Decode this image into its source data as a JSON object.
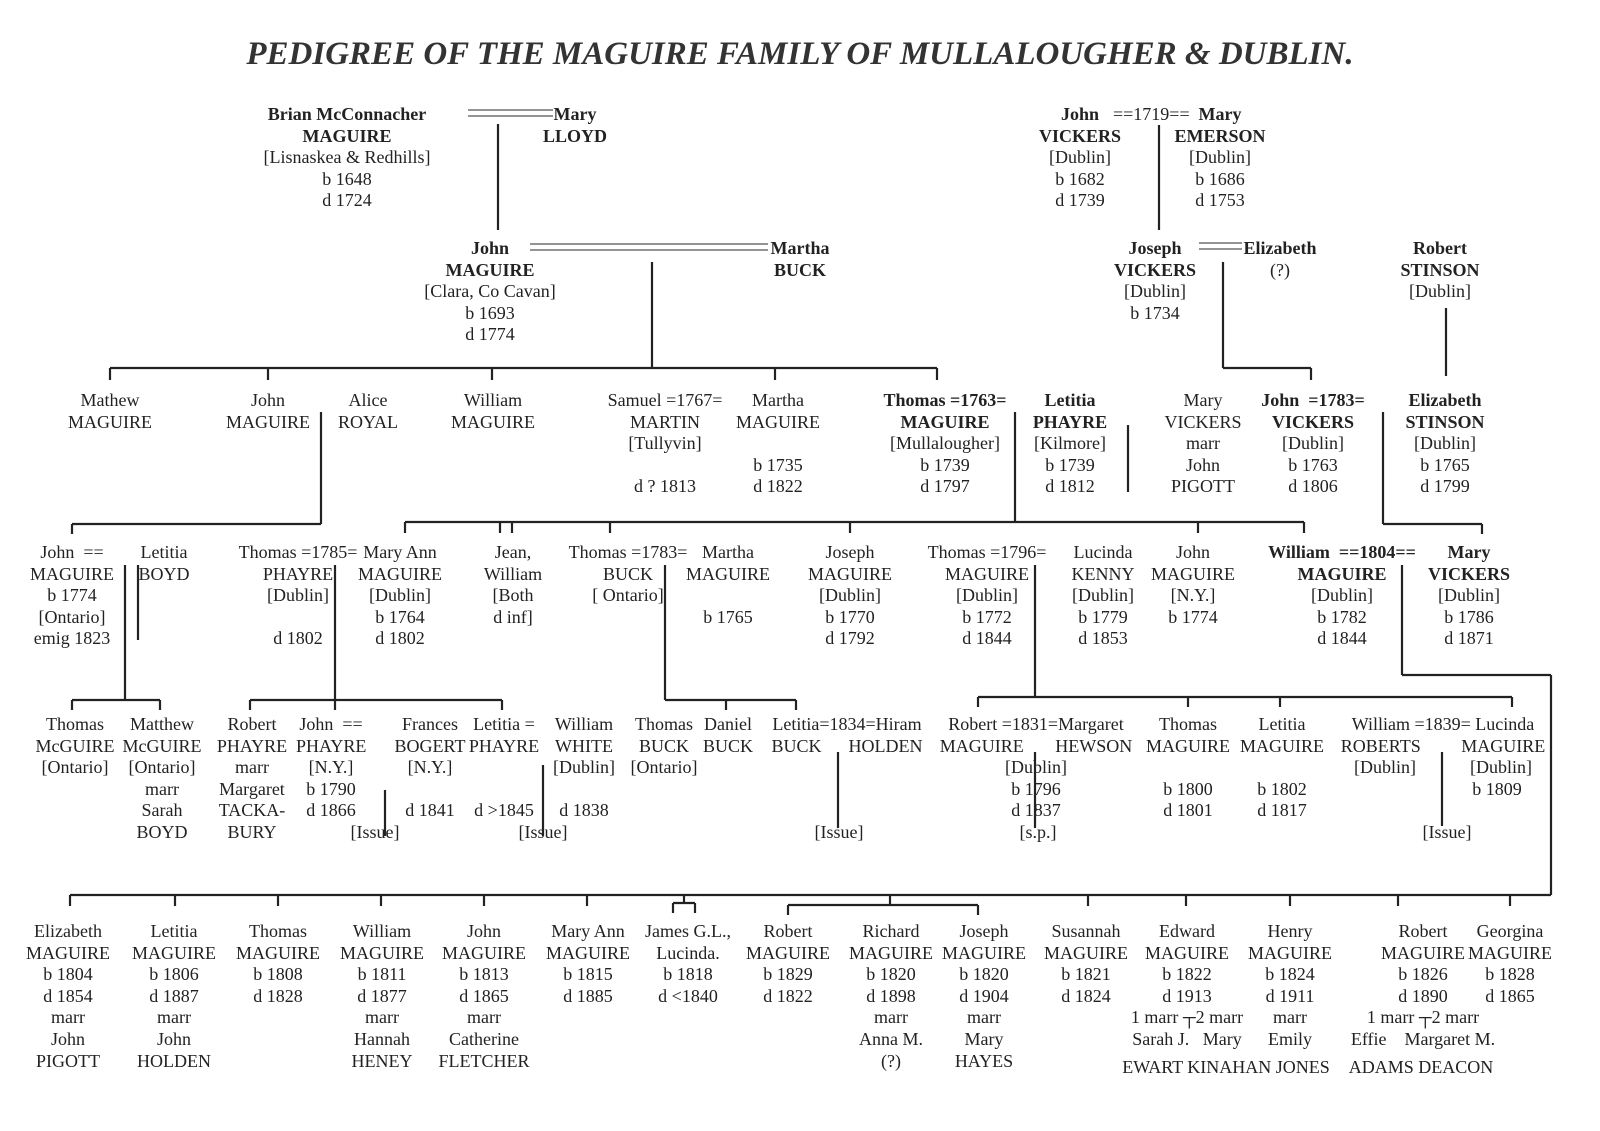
{
  "title": "PEDIGREE OF THE MAGUIRE FAMILY OF MULLALOUGHER & DUBLIN.",
  "people": [
    {
      "id": "brian",
      "bold": true,
      "lines": [
        "Brian McConnacher",
        "MAGUIRE",
        "[Lisnaskea & Redhills]",
        "b 1648",
        "d 1724"
      ],
      "normal_from": 2
    },
    {
      "id": "mary-lloyd",
      "bold": true,
      "lines": [
        "Mary",
        "LLOYD"
      ]
    },
    {
      "id": "john-vickers-1",
      "bold": true,
      "lines": [
        "John",
        "VICKERS",
        "[Dublin]",
        "b 1682",
        "d 1739"
      ],
      "normal_from": 2
    },
    {
      "id": "mary-emerson",
      "bold": true,
      "lines": [
        "Mary",
        "EMERSON",
        "[Dublin]",
        "b 1686",
        "d 1753"
      ],
      "normal_from": 2
    },
    {
      "id": "john-maguire-1693",
      "bold": true,
      "lines": [
        "John",
        "MAGUIRE",
        "[Clara, Co Cavan]",
        "b 1693",
        "d 1774"
      ],
      "normal_from": 2
    },
    {
      "id": "martha-buck",
      "bold": true,
      "lines": [
        "Martha",
        "BUCK"
      ]
    },
    {
      "id": "joseph-vickers",
      "bold": true,
      "lines": [
        "Joseph",
        "VICKERS",
        "[Dublin]",
        "b 1734"
      ],
      "normal_from": 2
    },
    {
      "id": "elizabeth-q",
      "bold": true,
      "lines": [
        "Elizabeth",
        "(?)"
      ],
      "normal_from": 1
    },
    {
      "id": "robert-stinson",
      "bold": true,
      "lines": [
        "Robert",
        "STINSON",
        "[Dublin]"
      ],
      "normal_from": 2
    },
    {
      "id": "mathew",
      "lines": [
        "Mathew",
        "MAGUIRE"
      ]
    },
    {
      "id": "john-g3",
      "lines": [
        "John",
        "MAGUIRE"
      ]
    },
    {
      "id": "alice",
      "lines": [
        "Alice",
        "ROYAL"
      ]
    },
    {
      "id": "william-g3",
      "lines": [
        "William",
        "MAGUIRE"
      ]
    },
    {
      "id": "samuel",
      "lines": [
        "Samuel =1767=",
        "MARTIN",
        "[Tullyvin]",
        "",
        "d ? 1813"
      ]
    },
    {
      "id": "martha-g3",
      "lines": [
        "Martha",
        "MAGUIRE",
        "",
        "b 1735",
        "d 1822"
      ]
    },
    {
      "id": "thomas-1739",
      "bold": true,
      "lines": [
        "Thomas =1763=",
        "MAGUIRE",
        "[Mullalougher]",
        "b 1739",
        "d 1797"
      ],
      "normal_from": 2
    },
    {
      "id": "letitia-phayre",
      "bold": true,
      "lines": [
        "Letitia",
        "PHAYRE",
        "[Kilmore]",
        "b 1739",
        "d 1812"
      ],
      "normal_from": 2
    },
    {
      "id": "mary-vickers-g3",
      "lines": [
        "Mary",
        "VICKERS",
        "marr",
        "John",
        "PIGOTT"
      ]
    },
    {
      "id": "john-vickers-1763",
      "bold": true,
      "lines": [
        "John  =1783=",
        "VICKERS",
        "[Dublin]",
        "b 1763",
        "d 1806"
      ],
      "normal_from": 2
    },
    {
      "id": "elizabeth-stinson",
      "bold": true,
      "lines": [
        "Elizabeth",
        "STINSON",
        "[Dublin]",
        "b 1765",
        "d 1799"
      ],
      "normal_from": 2
    },
    {
      "id": "john-1774",
      "lines": [
        "John  ==",
        "MAGUIRE",
        "b 1774",
        "[Ontario]",
        "emig 1823"
      ]
    },
    {
      "id": "letitia-boyd",
      "lines": [
        "Letitia",
        "BOYD"
      ]
    },
    {
      "id": "thomas-phayre",
      "lines": [
        "Thomas =1785=",
        "PHAYRE",
        "[Dublin]",
        "",
        "d 1802"
      ]
    },
    {
      "id": "mary-ann-1764",
      "lines": [
        "Mary Ann",
        "MAGUIRE",
        "[Dublin]",
        "b 1764",
        "d 1802"
      ]
    },
    {
      "id": "jean-william",
      "lines": [
        "Jean,",
        "William",
        "[Both",
        "d inf]"
      ]
    },
    {
      "id": "thomas-buck",
      "lines": [
        "Thomas =1783=",
        "BUCK",
        "[ Ontario]"
      ]
    },
    {
      "id": "martha-1765",
      "lines": [
        "Martha",
        "MAGUIRE",
        "",
        "b 1765"
      ]
    },
    {
      "id": "joseph-1770",
      "lines": [
        "Joseph",
        "MAGUIRE",
        "[Dublin]",
        "b 1770",
        "d 1792"
      ]
    },
    {
      "id": "thomas-1772",
      "lines": [
        "Thomas =1796=",
        "MAGUIRE",
        "[Dublin]",
        "b 1772",
        "d 1844"
      ]
    },
    {
      "id": "lucinda-kenny",
      "lines": [
        "Lucinda",
        "KENNY",
        "[Dublin]",
        "b 1779",
        "d 1853"
      ]
    },
    {
      "id": "john-ny",
      "lines": [
        "John",
        "MAGUIRE",
        "[N.Y.]",
        "b 1774"
      ]
    },
    {
      "id": "william-1782",
      "bold": true,
      "lines": [
        "William  ==1804==",
        "MAGUIRE",
        "[Dublin]",
        "b 1782",
        "d 1844"
      ],
      "normal_from": 2
    },
    {
      "id": "mary-vickers-1786",
      "bold": true,
      "lines": [
        "Mary",
        "VICKERS",
        "[Dublin]",
        "b 1786",
        "d 1871"
      ],
      "normal_from": 2
    },
    {
      "id": "thomas-mcguire",
      "lines": [
        "Thomas",
        "McGUIRE",
        "[Ontario]"
      ]
    },
    {
      "id": "matthew-mcguire",
      "lines": [
        "Matthew",
        "McGUIRE",
        "[Ontario]",
        "marr",
        "Sarah",
        "BOYD"
      ]
    },
    {
      "id": "robert-phayre",
      "lines": [
        "Robert",
        "PHAYRE",
        "marr",
        "Margaret",
        "TACKA-",
        "BURY"
      ]
    },
    {
      "id": "john-phayre",
      "lines": [
        "John  ==",
        "PHAYRE",
        "[N.Y.]",
        "b 1790",
        "d 1866"
      ]
    },
    {
      "id": "frances-bogert",
      "lines": [
        "Frances",
        "BOGERT",
        "[N.Y.]",
        "",
        "d 1841"
      ]
    },
    {
      "id": "issue-phayre",
      "lines": [
        "[Issue]"
      ]
    },
    {
      "id": "letitia-phayre-g5",
      "lines": [
        "Letitia =",
        "PHAYRE",
        "",
        "",
        "d >1845"
      ]
    },
    {
      "id": "william-white",
      "lines": [
        "William",
        "WHITE",
        "[Dublin]",
        "",
        "d 1838"
      ]
    },
    {
      "id": "issue-white",
      "lines": [
        "[Issue]"
      ]
    },
    {
      "id": "thomas-buck-g5",
      "lines": [
        "Thomas",
        "BUCK",
        "[Ontario]"
      ]
    },
    {
      "id": "daniel-buck",
      "lines": [
        "Daniel",
        "BUCK"
      ]
    },
    {
      "id": "letitia-buck",
      "lines": [
        "Letitia=1834=Hiram",
        "BUCK      HOLDEN"
      ]
    },
    {
      "id": "issue-buck",
      "lines": [
        "[Issue]"
      ]
    },
    {
      "id": "robert-1796",
      "lines": [
        "Robert =1831=Margaret",
        "MAGUIRE       HEWSON",
        "[Dublin]",
        "b 1796",
        "d 1837"
      ]
    },
    {
      "id": "sp",
      "lines": [
        "[s.p.]"
      ]
    },
    {
      "id": "thomas-1800",
      "lines": [
        "Thomas",
        "MAGUIRE",
        "",
        "b 1800",
        "d 1801"
      ]
    },
    {
      "id": "letitia-1802",
      "lines": [
        "Letitia",
        "MAGUIRE",
        "",
        "b 1802",
        "d 1817"
      ]
    },
    {
      "id": "william-roberts",
      "lines": [
        "William =1839= Lucinda",
        "ROBERTS         MAGUIRE",
        "[Dublin]            [Dublin]",
        "                        b 1809"
      ]
    },
    {
      "id": "issue-roberts",
      "lines": [
        "[Issue]"
      ]
    },
    {
      "id": "elizabeth-1804",
      "lines": [
        "Elizabeth",
        "MAGUIRE",
        "b 1804",
        "d 1854",
        "marr",
        "John",
        "PIGOTT"
      ]
    },
    {
      "id": "letitia-1806",
      "lines": [
        "Letitia",
        "MAGUIRE",
        "b 1806",
        "d 1887",
        "marr",
        "John",
        "HOLDEN"
      ]
    },
    {
      "id": "thomas-1808",
      "lines": [
        "Thomas",
        "MAGUIRE",
        "b 1808",
        "d 1828"
      ]
    },
    {
      "id": "william-1811",
      "lines": [
        "William",
        "MAGUIRE",
        "b 1811",
        "d 1877",
        "marr",
        "Hannah",
        "HENEY"
      ]
    },
    {
      "id": "john-1813",
      "lines": [
        "John",
        "MAGUIRE",
        "b 1813",
        "d 1865",
        "marr",
        "Catherine",
        "FLETCHER"
      ]
    },
    {
      "id": "mary-ann-1815",
      "lines": [
        "Mary Ann",
        "MAGUIRE",
        "b 1815",
        "d 1885"
      ]
    },
    {
      "id": "james-lucinda",
      "lines": [
        "James G.L.,",
        "Lucinda.",
        "b 1818",
        "d <1840"
      ]
    },
    {
      "id": "robert-1829",
      "lines": [
        "Robert",
        "MAGUIRE",
        "b 1829",
        "d 1822"
      ]
    },
    {
      "id": "richard-1820",
      "lines": [
        "Richard",
        "MAGUIRE",
        "b 1820",
        "d 1898",
        "marr",
        "Anna M.",
        "(?)"
      ]
    },
    {
      "id": "joseph-1820",
      "lines": [
        "Joseph",
        "MAGUIRE",
        "b 1820",
        "d 1904",
        "marr",
        "Mary",
        "HAYES"
      ]
    },
    {
      "id": "susannah-1821",
      "lines": [
        "Susannah",
        "MAGUIRE",
        "b 1821",
        "d 1824"
      ]
    },
    {
      "id": "edward-1822",
      "lines": [
        "Edward",
        "MAGUIRE",
        "b 1822",
        "d 1913",
        "1 marr ┬2 marr",
        "Sarah J.   Mary"
      ]
    },
    {
      "id": "henry-1824",
      "lines": [
        "Henry",
        "MAGUIRE",
        "b 1824",
        "d 1911",
        "marr",
        "Emily"
      ]
    },
    {
      "id": "robert-1826",
      "lines": [
        "Robert",
        "MAGUIRE",
        "b 1826",
        "d 1890",
        "1 marr ┬2 marr",
        "Effie    Margaret M."
      ]
    },
    {
      "id": "georgina-1828",
      "lines": [
        "Georgina",
        "MAGUIRE",
        "b 1828",
        "d 1865"
      ]
    },
    {
      "id": "surnames-ekj",
      "lines": [
        "EWART KINAHAN JONES"
      ]
    },
    {
      "id": "surnames-ad",
      "lines": [
        "ADAMS DEACON"
      ]
    }
  ],
  "marriage_labels": [
    {
      "id": "marr-vickers-1719",
      "text": "==1719=="
    }
  ]
}
